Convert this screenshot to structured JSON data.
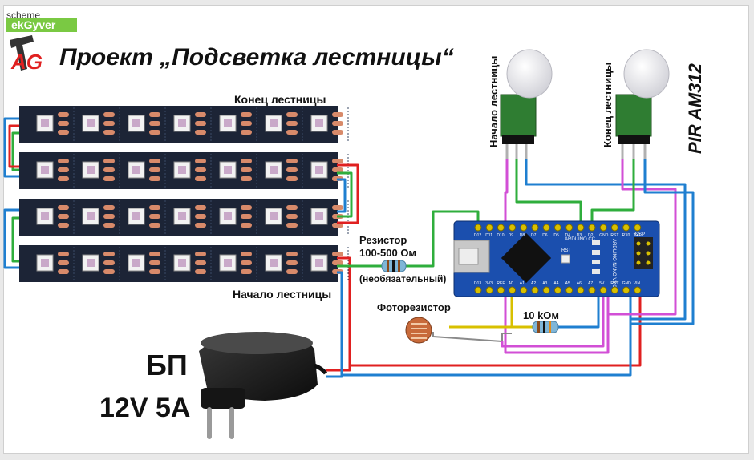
{
  "window": {
    "tab_label": "scheme"
  },
  "header": {
    "logo_letters": "AG",
    "logo_banner": "ekGyver",
    "title": "Проект „Подсветка лестницы“"
  },
  "strips": {
    "top_label": "Конец лестницы",
    "bottom_label": "Начало лестницы"
  },
  "sensors": {
    "left_label": "Начало лестницы",
    "right_label": "Конец лестницы",
    "model": "PIR AM312"
  },
  "components": {
    "resistor_title": "Резистор",
    "resistor_value": "100-500 Ом",
    "resistor_note": "(необязательный)",
    "photoresistor_label": "Фоторезистор",
    "pulldown_value": "10 kОм"
  },
  "power": {
    "label": "БП",
    "rating": "12V 5A"
  },
  "arduino": {
    "brand": "ARDUINO.CC",
    "model": "ARDUINO NANO V3.0",
    "top_pins": [
      "D12",
      "D11",
      "D10",
      "D9",
      "D8",
      "D7",
      "D6",
      "D5",
      "D4",
      "D3",
      "D2",
      "GND",
      "RST",
      "RX0",
      "TX1"
    ],
    "bottom_pins": [
      "D13",
      "3V3",
      "REF",
      "A0",
      "A1",
      "A2",
      "A3",
      "A4",
      "A5",
      "A6",
      "A7",
      "5V",
      "RST",
      "GND",
      "VIN"
    ],
    "icsp": "ICSP",
    "rst": "RST"
  },
  "colors": {
    "wire_green": "#2fae3c",
    "wire_blue": "#1f7fd0",
    "wire_red": "#e02020",
    "wire_magenta": "#d24fd6",
    "wire_yellow": "#d8c000",
    "wire_gray": "#8a8a8a",
    "strip_pcb": "#1c2436",
    "arduino_pcb": "#1b4fae"
  }
}
